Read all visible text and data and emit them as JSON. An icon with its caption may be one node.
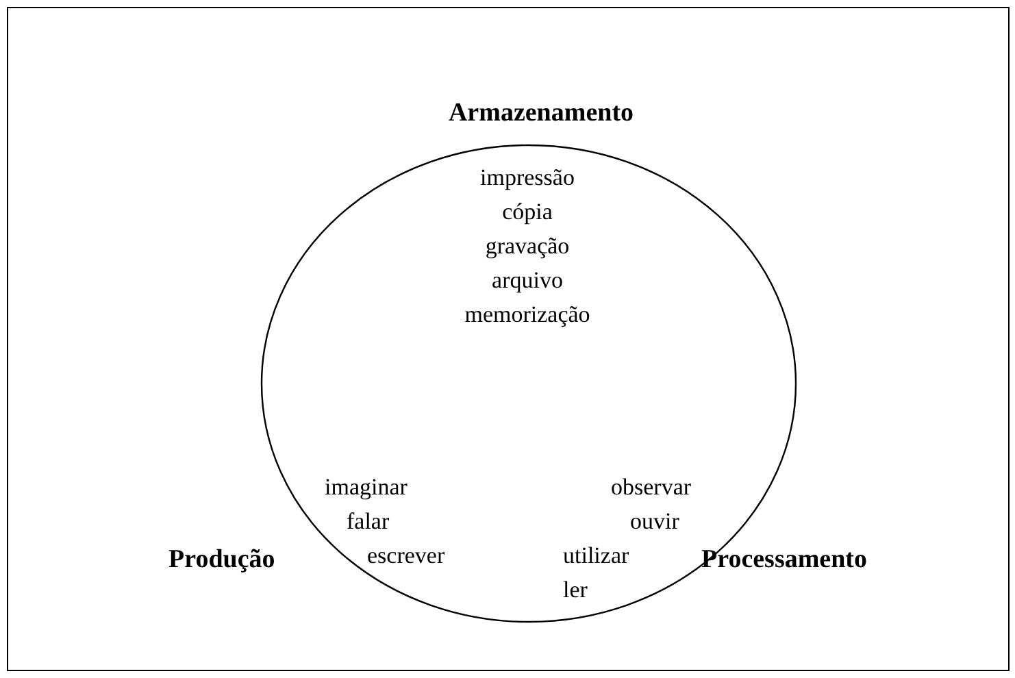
{
  "diagram": {
    "nodes": [
      {
        "text": [
          "impressão cópia gravação arquivo memorização",
          "imaginar falar escrever",
          "observar ouvir utilizar ler"
        ],
        "beside": [
          "Armazenamento",
          "Produção",
          "Processamento"
        ]
      }
    ]
  }
}
